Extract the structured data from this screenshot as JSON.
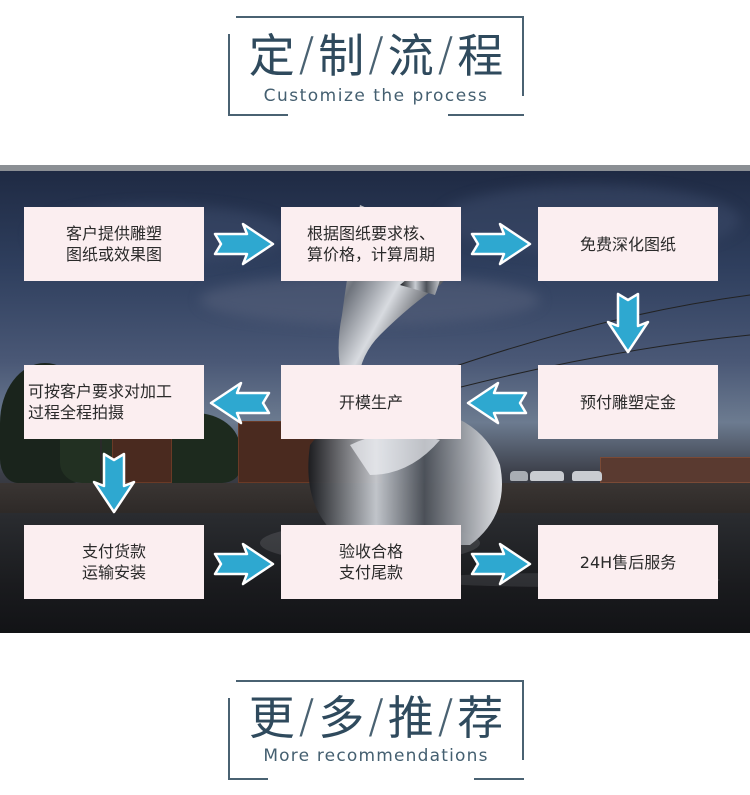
{
  "header_top": {
    "title_chars": [
      "定",
      "制",
      "流",
      "程"
    ],
    "separator": "/",
    "subtitle": "Customize the process"
  },
  "header_bottom": {
    "title_chars": [
      "更",
      "多",
      "推",
      "荐"
    ],
    "separator": "/",
    "subtitle": "More recommendations"
  },
  "process": {
    "steps": [
      {
        "id": "s1",
        "text": "客户提供雕塑\n图纸或效果图"
      },
      {
        "id": "s2",
        "text": "根据图纸要求核、\n算价格，计算周期"
      },
      {
        "id": "s3",
        "text": "免费深化图纸"
      },
      {
        "id": "s4",
        "text": "可按客户要求对加工\n过程全程拍摄"
      },
      {
        "id": "s5",
        "text": "开模生产"
      },
      {
        "id": "s6",
        "text": "预付雕塑定金"
      },
      {
        "id": "s7",
        "text": "支付货款\n运输安装"
      },
      {
        "id": "s8",
        "text": "验收合格\n支付尾款"
      },
      {
        "id": "s9",
        "text": "24H售后服务"
      }
    ]
  },
  "colors": {
    "arrow": "#2ea8d0",
    "box_bg": "#fbeef0",
    "title": "#2f4a5d",
    "frame_line": "#4a6272"
  },
  "icons": {
    "arrow_right": "arrow-right-icon",
    "arrow_left": "arrow-left-icon",
    "arrow_down": "arrow-down-icon"
  }
}
